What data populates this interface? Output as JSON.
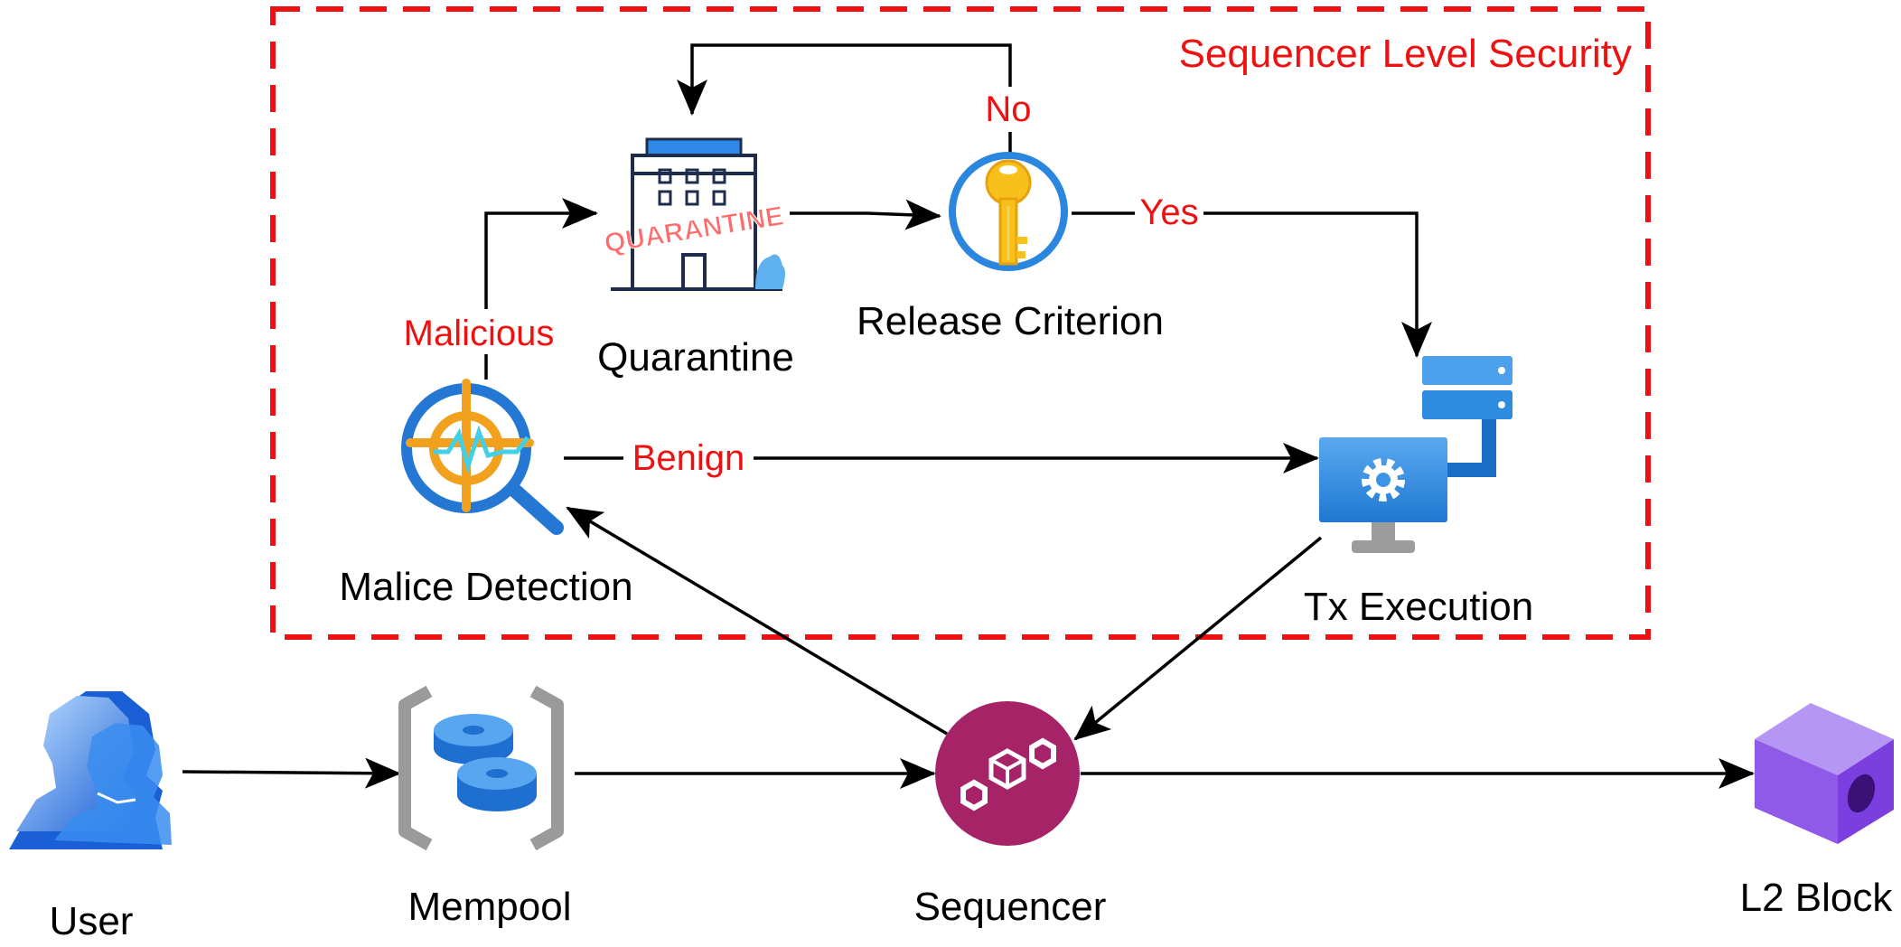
{
  "title": "Sequencer Level Security",
  "nodes": {
    "user": "User",
    "mempool": "Mempool",
    "sequencer": "Sequencer",
    "l2_block": "L2 Block",
    "malice_detection": "Malice Detection",
    "quarantine": "Quarantine",
    "release_criterion": "Release Criterion",
    "tx_execution": "Tx Execution"
  },
  "edge_labels": {
    "malicious": "Malicious",
    "benign": "Benign",
    "yes": "Yes",
    "no": "No"
  },
  "stamp_text": "QUARANTINE",
  "colors": {
    "boundary": "#ee1111",
    "edge_label": "#ee1111",
    "arrow": "#000000",
    "sequencer": "#a62368",
    "block": "#9f6fe8",
    "icon_blue": "#2d8be0"
  }
}
